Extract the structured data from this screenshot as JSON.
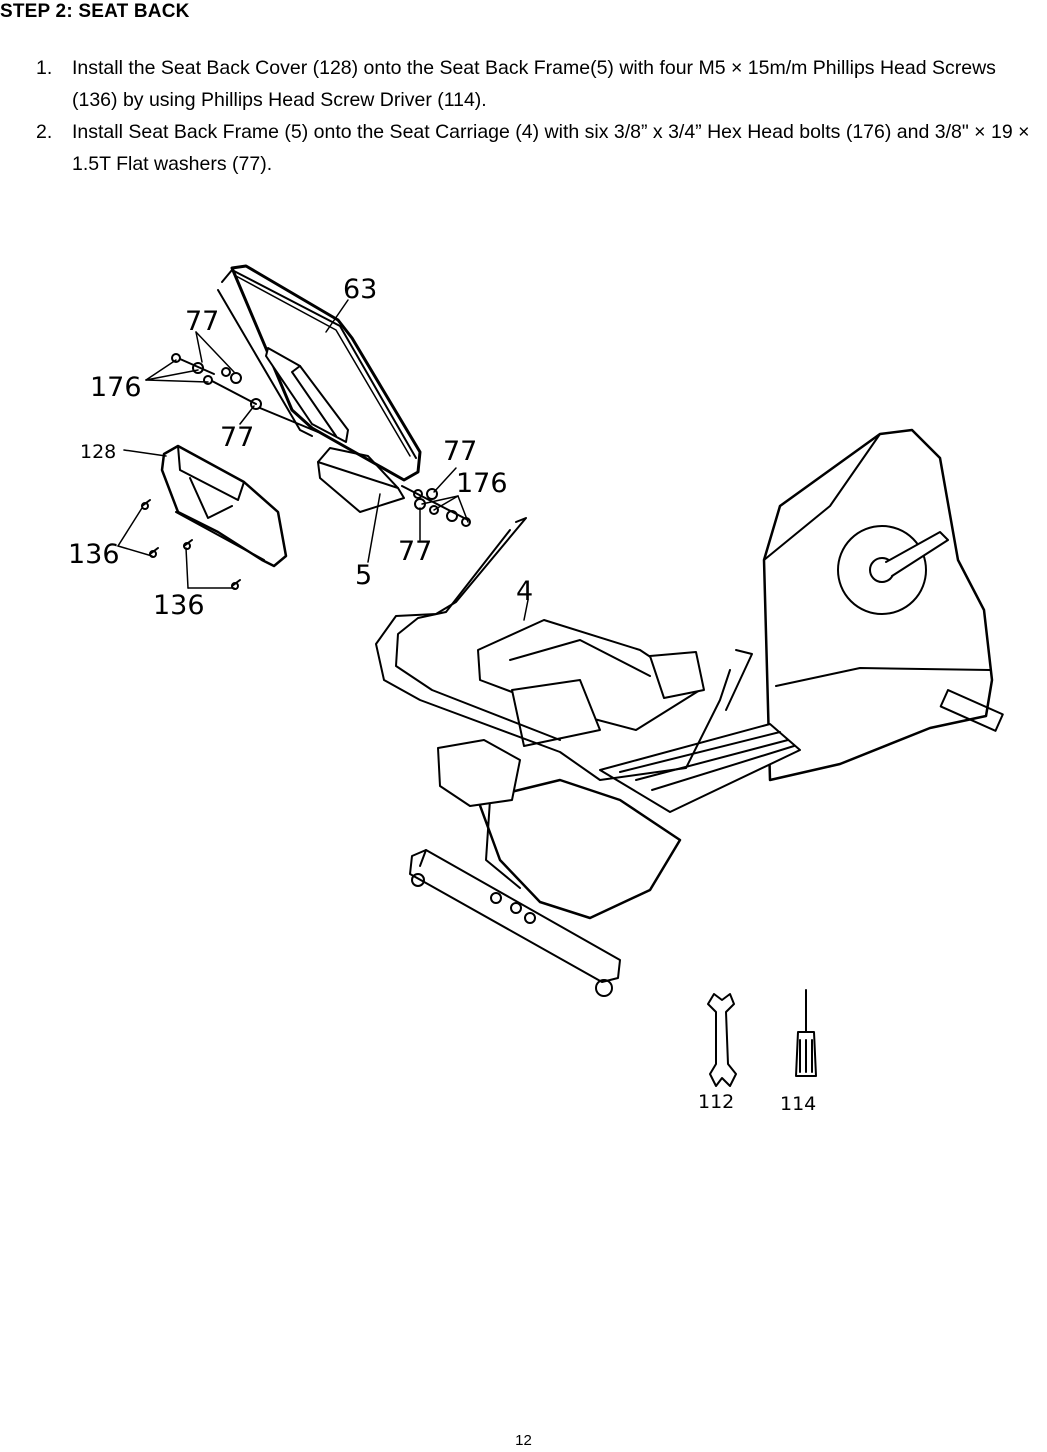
{
  "heading": "STEP 2: SEAT BACK",
  "steps": [
    {
      "num": "1.",
      "text": "Install the Seat Back Cover (128) onto the Seat Back Frame(5) with four M5 × 15m/m Phillips Head Screws (136) by using Phillips Head Screw Driver (114)."
    },
    {
      "num": "2.",
      "text": "Install Seat Back Frame (5) onto the Seat Carriage (4) with six 3/8” x 3/4” Hex Head bolts (176) and 3/8\" × 19 × 1.5T Flat washers (77)."
    }
  ],
  "callouts": {
    "c63": "63",
    "c77_top": "77",
    "c176_left": "176",
    "c77_mid": "77",
    "c128": "128",
    "c136_left": "136",
    "c136_bottom": "136",
    "c77_right": "77",
    "c176_right": "176",
    "c77_low": "77",
    "c5": "5",
    "c4": "4",
    "c112": "112",
    "c114": "114"
  },
  "page_number": "12"
}
